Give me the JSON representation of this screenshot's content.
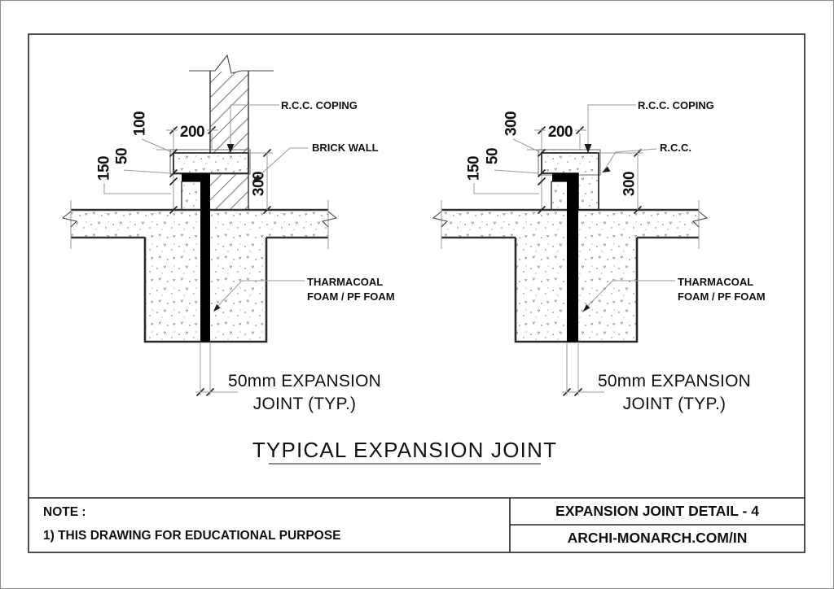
{
  "page": {
    "title": "TYPICAL EXPANSION JOINT",
    "note_heading": "NOTE :",
    "note_line": "1) THIS DRAWING FOR EDUCATIONAL PURPOSE",
    "block_title": "EXPANSION JOINT DETAIL - 4",
    "block_site": "ARCHI-MONARCH.COM/IN"
  },
  "left_detail": {
    "coping_label": "R.C.C. COPING",
    "wall_label": "BRICK WALL",
    "foam_label_1": "THARMACOAL",
    "foam_label_2": "FOAM / PF FOAM",
    "joint_label_1": "50mm EXPANSION",
    "joint_label_2": "JOINT (TYP.)",
    "dim_top": "100",
    "dim_mid": "50",
    "dim_low": "150",
    "dim_width": "200",
    "dim_height": "300"
  },
  "right_detail": {
    "coping_label": "R.C.C. COPING",
    "wall_label": "R.C.C.",
    "foam_label_1": "THARMACOAL",
    "foam_label_2": "FOAM / PF FOAM",
    "joint_label_1": "50mm EXPANSION",
    "joint_label_2": "JOINT (TYP.)",
    "dim_top": "300",
    "dim_mid": "50",
    "dim_low": "150",
    "dim_width": "200",
    "dim_height": "300"
  },
  "colors": {
    "line_dark": "#2a2a2a",
    "line_dim": "#999999",
    "text": "#111111",
    "joint_fill": "#000000",
    "background": "#ffffff"
  }
}
